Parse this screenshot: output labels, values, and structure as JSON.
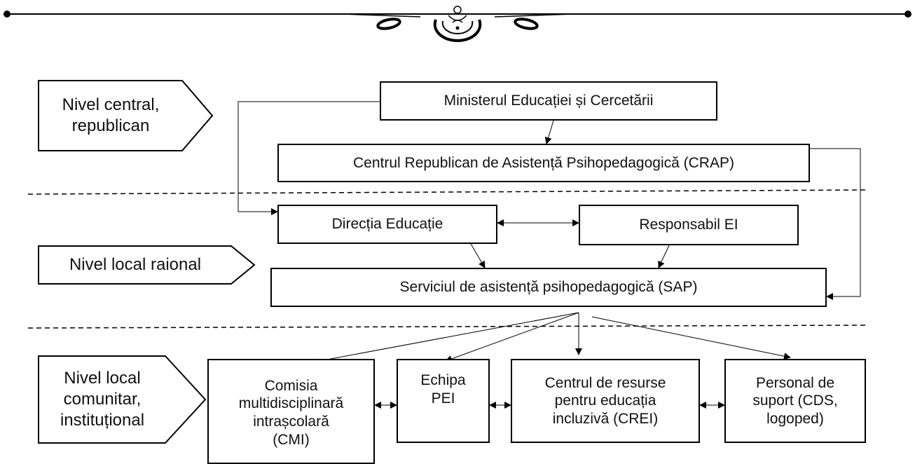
{
  "levels": {
    "central": "Nivel central,\nrepublican",
    "raional": "Nivel local raional",
    "comunitar": "Nivel local\ncomunitar,\ninstituțional"
  },
  "boxes": {
    "minister": "Ministerul Educației și Cercetării",
    "crap": "Centrul Republican de Asistență Psihopedagogică (CRAP)",
    "directia": "Direcția Educație",
    "responsabil": "Responsabil EI",
    "sap": "Serviciul de asistență psihopedagogică (SAP)",
    "cmi": "Comisia\nmultidisciplinară\nintrașcolară\n(CMI)",
    "pei": "Echipa\nPEI",
    "crei": "Centrul de resurse\npentru educația\nincluzivă (CREI)",
    "suport": "Personal de\nsuport (CDS,\nlogoped)"
  }
}
